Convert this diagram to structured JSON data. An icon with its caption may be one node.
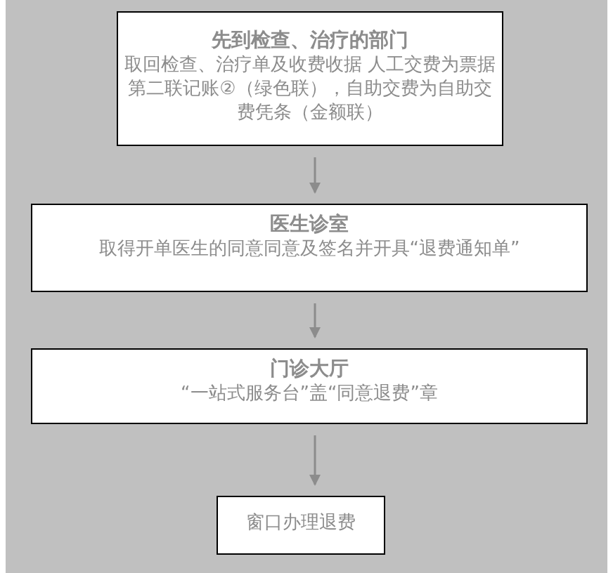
{
  "diagram": {
    "nodes": [
      {
        "text": [
          "先到检查、治疗的部门",
          "取回检查、治疗单及收费收据 人工交费为票据第二联记账②（绿色联），自助交费为自助交费凭条（金额联）"
        ]
      },
      {
        "text": [
          "医生诊室",
          "取得开单医生的同意同意及签名并开具“退费通知单”"
        ]
      },
      {
        "text": [
          "门诊大厅",
          "“一站式服务台”盖“同意退费”章"
        ]
      },
      {
        "text": [
          "窗口办理退费"
        ]
      }
    ],
    "edges": [
      {
        "from": 0,
        "to": 1,
        "arrow": "to"
      },
      {
        "from": 1,
        "to": 2,
        "arrow": "to"
      },
      {
        "from": 2,
        "to": 3,
        "arrow": "to"
      }
    ]
  }
}
